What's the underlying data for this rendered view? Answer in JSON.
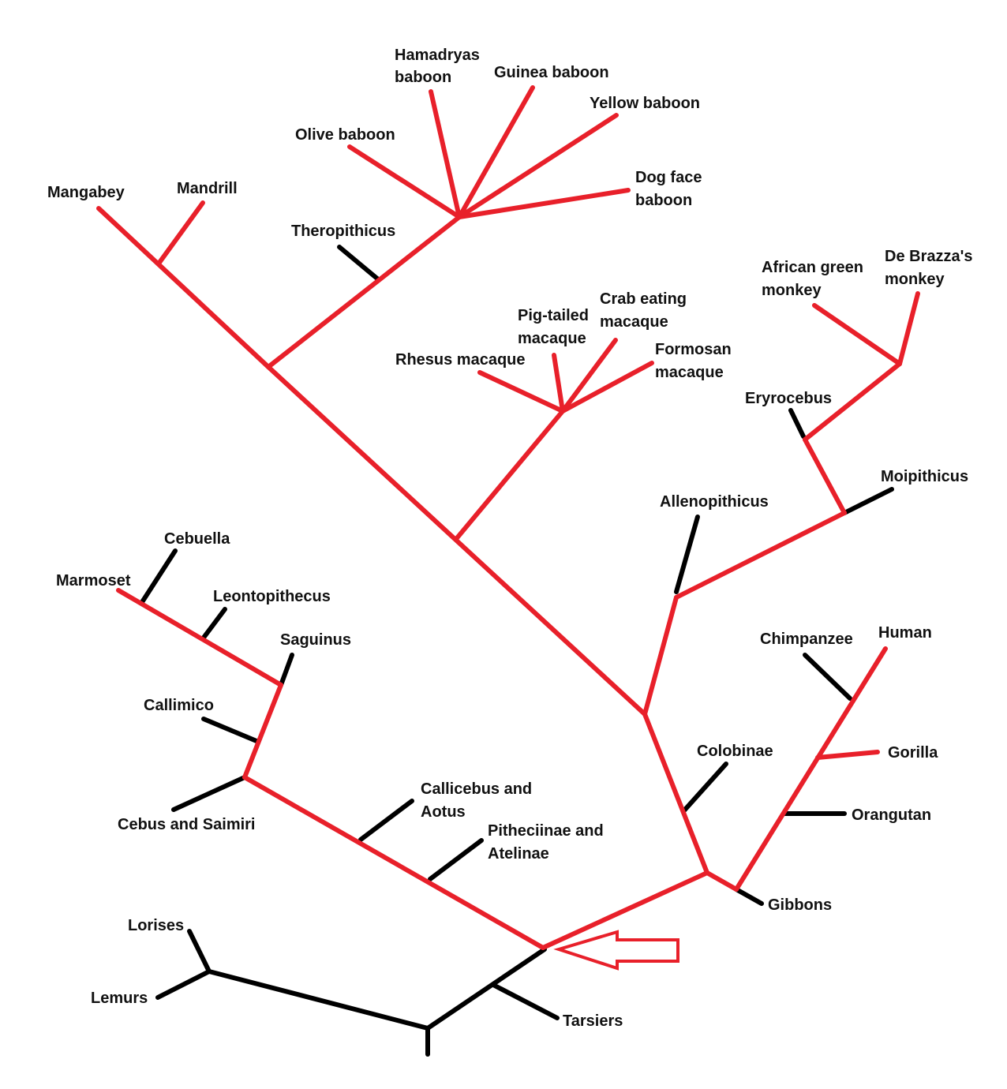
{
  "colors": {
    "highlight": "#e8202a",
    "other": "#000000",
    "background": "#ffffff"
  },
  "labels": {
    "mangabey": "Mangabey",
    "mandrill": "Mandrill",
    "hamadryas_1": "Hamadryas",
    "hamadryas_2": "baboon",
    "guinea_baboon": "Guinea baboon",
    "yellow_baboon": "Yellow baboon",
    "olive_baboon": "Olive baboon",
    "dog_face_1": "Dog face",
    "dog_face_2": "baboon",
    "theropithicus": "Theropithicus",
    "african_green_1": "African green",
    "african_green_2": "monkey",
    "de_brazza_1": "De Brazza's",
    "de_brazza_2": "monkey",
    "pig_tailed_1": "Pig-tailed",
    "pig_tailed_2": "macaque",
    "crab_eating_1": "Crab eating",
    "crab_eating_2": "macaque",
    "formosan_1": "Formosan",
    "formosan_2": "macaque",
    "rhesus": "Rhesus macaque",
    "eryrocebus": "Eryrocebus",
    "moipithicus": "Moipithicus",
    "allenopithicus": "Allenopithicus",
    "cebuella": "Cebuella",
    "marmoset": "Marmoset",
    "leontopithecus": "Leontopithecus",
    "saguinus": "Saguinus",
    "callimico": "Callimico",
    "cebus_saimiri": "Cebus and Saimiri",
    "callicebus_1": "Callicebus and",
    "callicebus_2": "Aotus",
    "pitheciinae_1": "Pitheciinae and",
    "pitheciinae_2": "Atelinae",
    "chimpanzee": "Chimpanzee",
    "human": "Human",
    "gorilla": "Gorilla",
    "orangutan": "Orangutan",
    "colobinae": "Colobinae",
    "gibbons": "Gibbons",
    "lorises": "Lorises",
    "lemurs": "Lemurs",
    "tarsiers": "Tarsiers"
  }
}
